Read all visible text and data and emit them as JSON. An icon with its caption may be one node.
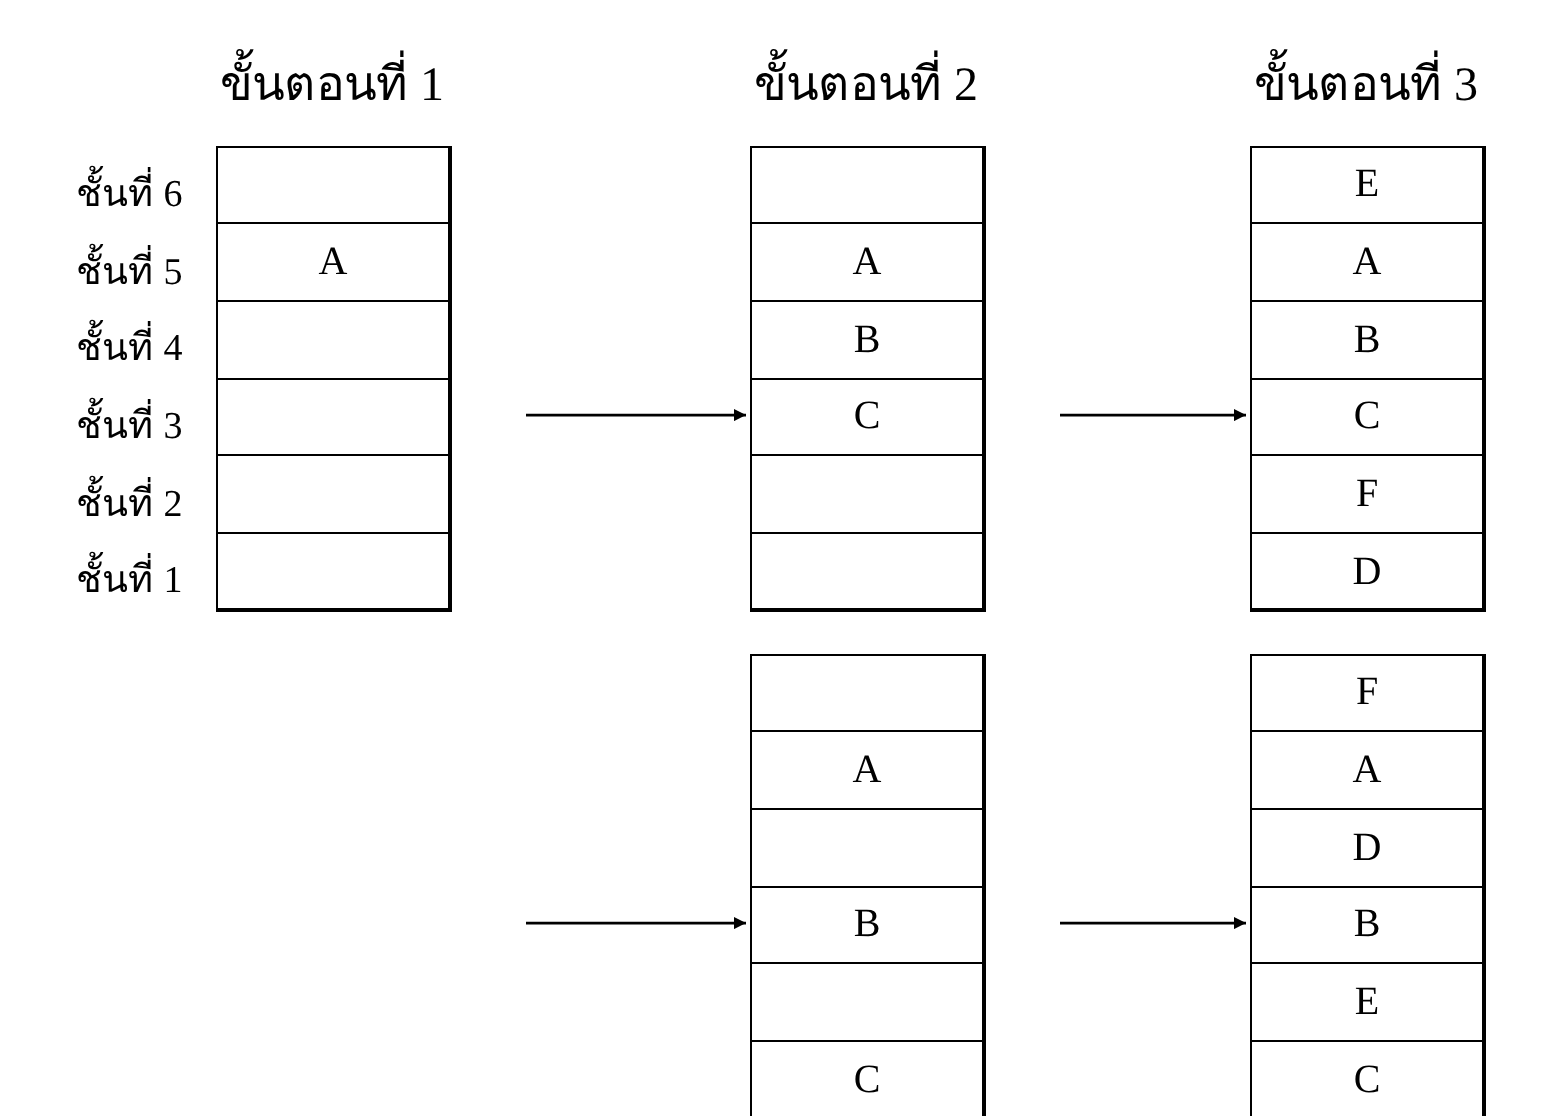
{
  "diagram": {
    "nodes": [
      {
        "text": [],
        "shape": "box"
      },
      {
        "text": [],
        "shape": "box",
        "in": 0
      },
      {
        "text": [
          "A"
        ],
        "in": 0
      },
      {
        "text": [],
        "shape": "box",
        "in": 0
      },
      {
        "text": [],
        "shape": "box",
        "in": 0
      },
      {
        "text": [],
        "shape": "box",
        "in": 0
      },
      {
        "text": [],
        "shape": "box",
        "in": 0
      },
      {
        "text": [],
        "shape": "box"
      },
      {
        "text": [],
        "shape": "box",
        "in": 7
      },
      {
        "text": [
          "A"
        ],
        "in": 7
      },
      {
        "text": [
          "B"
        ],
        "in": 7
      },
      {
        "text": [
          "C"
        ],
        "in": 7
      },
      {
        "text": [],
        "shape": "box",
        "in": 7
      },
      {
        "text": [],
        "shape": "box",
        "in": 7
      },
      {
        "text": [],
        "shape": "box"
      },
      {
        "text": [
          "E"
        ],
        "in": 14
      },
      {
        "text": [
          "A"
        ],
        "in": 14
      },
      {
        "text": [
          "B"
        ],
        "in": 14
      },
      {
        "text": [
          "C"
        ],
        "in": 14
      },
      {
        "text": [
          "F"
        ],
        "in": 14
      },
      {
        "text": [
          "D"
        ],
        "in": 14
      },
      {
        "text": [],
        "shape": "box"
      },
      {
        "text": [],
        "shape": "box",
        "in": 21
      },
      {
        "text": [
          "A"
        ],
        "in": 21
      },
      {
        "text": [],
        "shape": "box",
        "in": 21
      },
      {
        "text": [
          "B"
        ],
        "in": 21
      },
      {
        "text": [],
        "shape": "box",
        "in": 21
      },
      {
        "text": [
          "C"
        ],
        "in": 21
      },
      {
        "text": [],
        "shape": "box"
      },
      {
        "text": [
          "F"
        ],
        "in": 28
      },
      {
        "text": [
          "A"
        ],
        "in": 28
      },
      {
        "text": [
          "D"
        ],
        "in": 28
      },
      {
        "text": [
          "B"
        ],
        "in": 28
      },
      {
        "text": [
          "E"
        ],
        "in": 28
      },
      {
        "text": [
          "C"
        ],
        "in": 28
      }
    ],
    "edges": [
      {
        "from": 0,
        "to": 7,
        "arrow": "to"
      },
      {
        "from": 7,
        "to": 14,
        "arrow": "to"
      },
      {
        "from": null,
        "to": 21,
        "arrow": "to"
      },
      {
        "from": 21,
        "to": 28,
        "arrow": "to"
      }
    ],
    "labels": [
      "ขั้นตอนที่ 1",
      "ขั้นตอนที่ 2",
      "ขั้นตอนที่ 3",
      "ชั้นที่ 6",
      "ชั้นที่ 5",
      "ชั้นที่ 4",
      "ชั้นที่ 3",
      "ชั้นที่ 2",
      "ชั้นที่ 1"
    ]
  }
}
